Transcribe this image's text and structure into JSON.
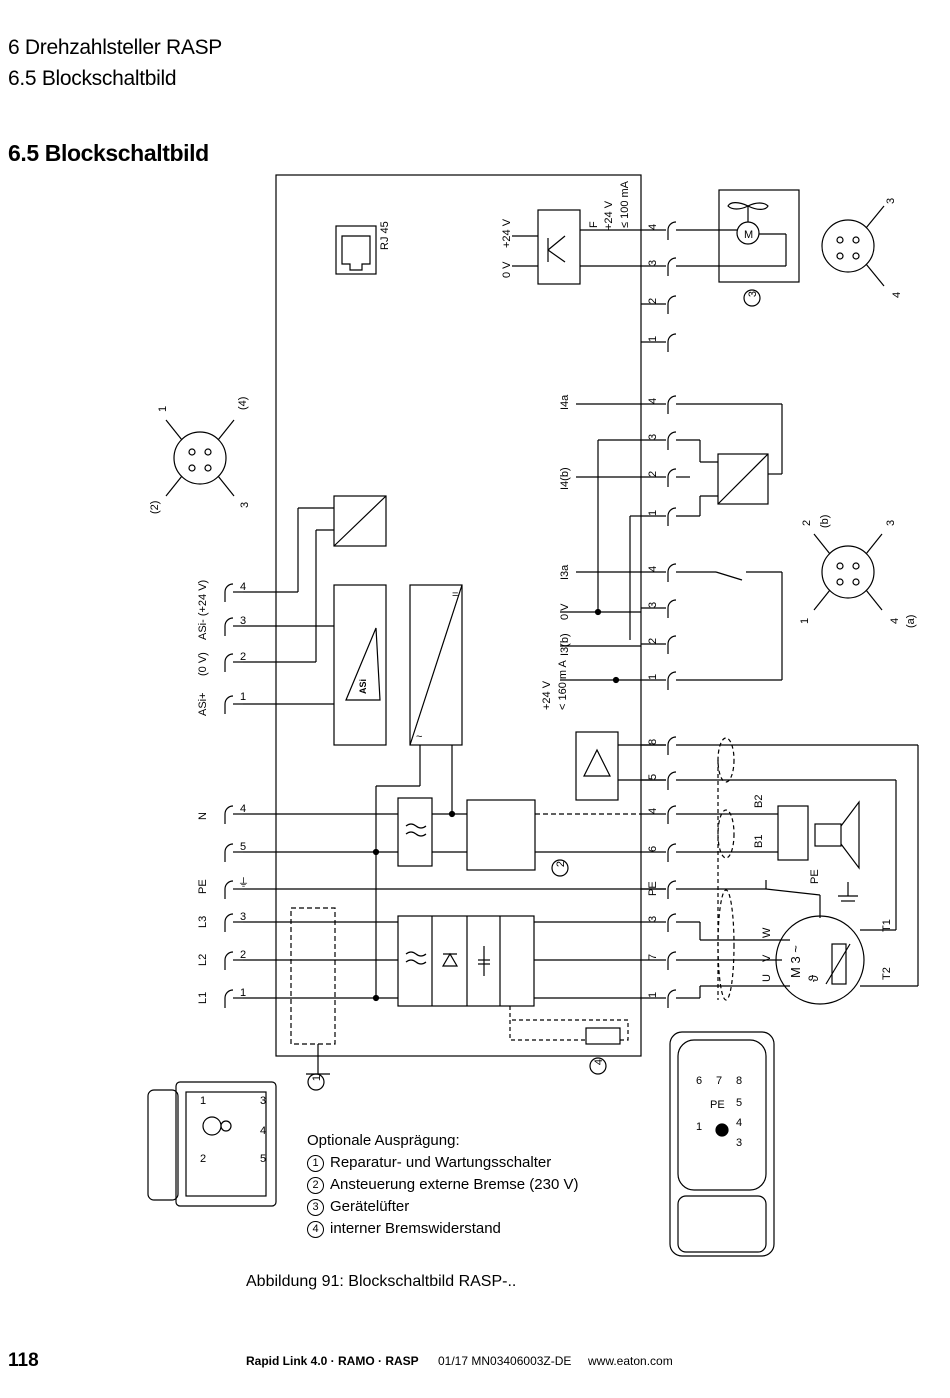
{
  "header": {
    "chapter": "6 Drehzahlsteller RASP",
    "section": "6.5 Blockschaltbild"
  },
  "section_title": "6.5 Blockschaltbild",
  "diagram": {
    "left_terminals": [
      {
        "label": "ASi- (+24 V)",
        "pin": "4"
      },
      {
        "label": "(0 V)",
        "pin": "2"
      },
      {
        "label": "",
        "pin": "3"
      },
      {
        "label": "ASi+",
        "pin": "1"
      }
    ],
    "mains_terminals": [
      {
        "label": "N",
        "pin": "4"
      },
      {
        "label": "",
        "pin": "5"
      },
      {
        "label": "PE",
        "pin": "⏚"
      },
      {
        "label": "L3",
        "pin": "3"
      },
      {
        "label": "L2",
        "pin": "2"
      },
      {
        "label": "L1",
        "pin": "1"
      }
    ],
    "right_top_pins": [
      "4",
      "3",
      "2",
      "1"
    ],
    "right_in4_pins": [
      "4",
      "3",
      "2",
      "1"
    ],
    "right_in3_pins": [
      "4",
      "3",
      "2",
      "1"
    ],
    "right_motor_pins": [
      "8",
      "5",
      "4",
      "6",
      "PE",
      "3",
      "7",
      "1"
    ],
    "labels": {
      "rj45": "RJ 45",
      "v0": "0 V",
      "v24": "+24 V",
      "f": "F",
      "f24": "+24 V",
      "f100": "≤ 100 mA",
      "i4a": "I4a",
      "i4b": "I4(b)",
      "i3a": "I3a",
      "i3_0v": "0 V",
      "i3b": "I3(b)",
      "plus24": "+24 V",
      "lt160": "< 160 m A",
      "b2": "B2",
      "b1": "B1",
      "pe": "PE",
      "t1": "T1",
      "t2": "T2",
      "w": "W",
      "v": "V",
      "u": "U",
      "m3": "M 3 ~",
      "theta": "ϑ",
      "m_fan": "M",
      "pe_conn": "PE",
      "asi_logo": "ASi",
      "eq": "=",
      "tilde": "~"
    },
    "m12_conn_top_right": {
      "pin_a": "3",
      "pin_b": "4"
    },
    "m12_conn_left": {
      "pin_1": "1",
      "pin_4": "(4)",
      "pin_2": "(2)",
      "pin_3": "3"
    },
    "m12_conn_mid_right": {
      "pin_2": "2",
      "pin_b": "(b)",
      "pin_3": "3",
      "pin_1": "1",
      "pin_4": "4",
      "pin_a": "(a)"
    },
    "callouts": [
      "1",
      "2",
      "3",
      "4"
    ],
    "plug_left_pins": [
      "1",
      "3",
      "4",
      "2",
      "5"
    ],
    "plug_right_pins": [
      "6",
      "7",
      "8",
      "PE",
      "5",
      "4",
      "1",
      "3"
    ]
  },
  "legend": {
    "title": "Optionale Ausprägung:",
    "items": [
      {
        "num": "1",
        "text": "Reparatur- und Wartungsschalter"
      },
      {
        "num": "2",
        "text": "Ansteuerung externe Bremse (230 V)"
      },
      {
        "num": "3",
        "text": "Gerätelüfter"
      },
      {
        "num": "4",
        "text": "interner Bremswiderstand"
      }
    ]
  },
  "caption": "Abbildung 91: Blockschaltbild RASP-..",
  "footer": {
    "page": "118",
    "product": "Rapid Link 4.0 · RAMO · RASP",
    "doc": "01/17 MN03406003Z-DE",
    "url": "www.eaton.com"
  }
}
